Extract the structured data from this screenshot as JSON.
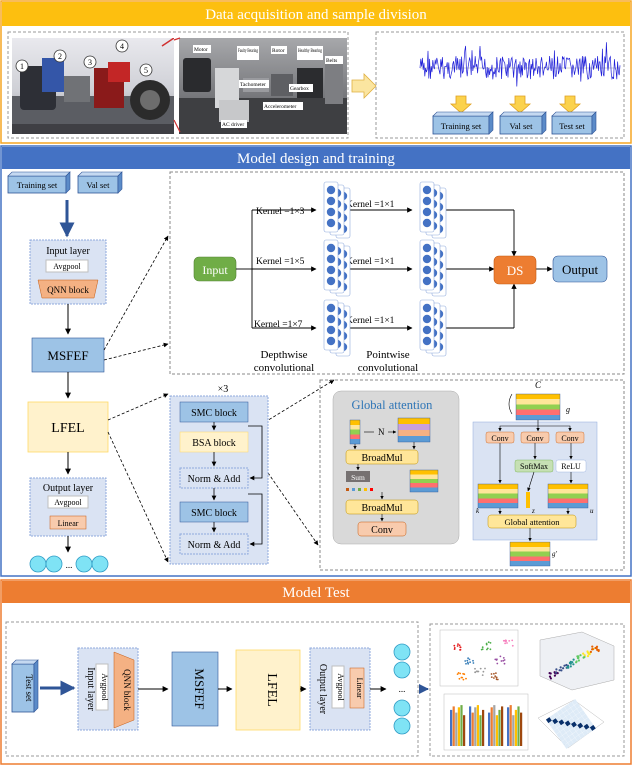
{
  "sections": {
    "data_acquisition": "Data acquisition and sample division",
    "model_design": "Model design and training",
    "model_test": "Model Test"
  },
  "photo1_callouts": [
    "1",
    "2",
    "3",
    "4",
    "5"
  ],
  "photo2_labels": {
    "motor": "Motor",
    "faulty_bearing": "Faulty Bearing",
    "rotor": "Rotor",
    "healthy_bearing": "Healthy Bearing",
    "belts": "Belts",
    "tachometer": "Tachometer",
    "gearbox": "Gearbox",
    "accelerometer": "Accelerometer",
    "ac_driver": "AC driver"
  },
  "splits": {
    "training": "Training set",
    "val": "Val set",
    "test": "Test set"
  },
  "left_pipeline": {
    "training": "Training set",
    "val": "Val set",
    "input_layer": "Input layer",
    "avgpool": "Avgpool",
    "qnn_block": "QNN block",
    "msfef": "MSFEF",
    "lfel": "LFEL",
    "output_layer": "Output layer",
    "output_avgpool": "Avgpool",
    "linear": "Linear",
    "ellipsis": "..."
  },
  "msfef_detail": {
    "input": "Input",
    "kernels": [
      "Kernel =1×3",
      "Kernel =1×5",
      "Kernel =1×7"
    ],
    "kernels_pw": [
      "Kernel =1×1",
      "Kernel =1×1",
      "Kernel =1×1"
    ],
    "ds": "DS",
    "output": "Output",
    "depthwise": "Depthwise convolutional",
    "pointwise": "Pointwise convolutional"
  },
  "lfel_detail": {
    "repeat": "×3",
    "smc1": "SMC block",
    "bsa": "BSA block",
    "norm1": "Norm & Add",
    "smc2": "SMC block",
    "norm2": "Norm & Add"
  },
  "global_attention": {
    "title": "Global attention",
    "n": "N",
    "broadmul1": "BroadMul",
    "sum": "Sum",
    "broadmul2": "BroadMul",
    "conv": "Conv"
  },
  "bsa_detail": {
    "c": "C",
    "g": "g",
    "conv": "Conv",
    "softmax": "SoftMax",
    "relu": "ReLU",
    "global_attention": "Global attention",
    "k": "k",
    "z": "z",
    "u": "u",
    "g_prime": "g'"
  },
  "test_pipeline": {
    "test_set": "Test set",
    "input_layer": "Input layer",
    "avgpool": "Avgpool",
    "qnn_block": "QNN block",
    "msfef": "MSFEF",
    "lfel": "LFEL",
    "output_layer": "Output layer",
    "output_avgpool": "Avgpool",
    "linear": "Linear",
    "ellipsis": "..."
  },
  "colors": {
    "banner_yellow": "#fdbf0f",
    "banner_blue": "#4472c4",
    "banner_orange": "#ed7d31",
    "box_blue": "#9dc3e6",
    "box_light": "#dae3f3",
    "box_yellow": "#fff2cc",
    "input_green": "#70ad47",
    "ds_orange": "#ed7d31",
    "signal_blue": "#1f1fd8"
  }
}
